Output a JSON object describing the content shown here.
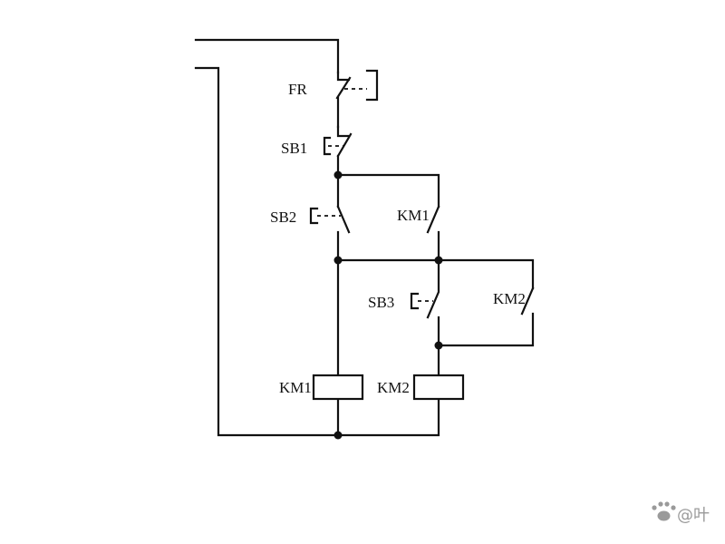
{
  "labels": {
    "fr": "FR",
    "sb1": "SB1",
    "sb2": "SB2",
    "km1_contact": "KM1",
    "sb3": "SB3",
    "km2_contact": "KM2",
    "km1_coil": "KM1",
    "km2_coil": "KM2"
  },
  "watermark": {
    "text": "@叶"
  },
  "colors": {
    "wire": "#111111",
    "background": "#ffffff",
    "watermark": "#9a9a9a"
  }
}
